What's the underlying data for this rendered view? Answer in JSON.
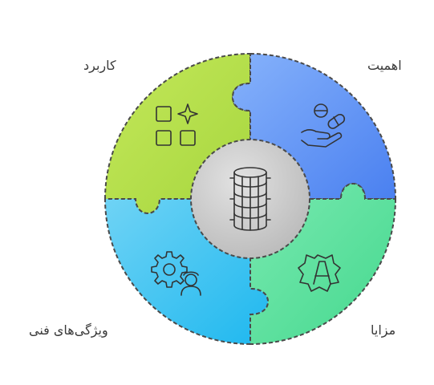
{
  "labels": {
    "top_left": "کاربرد",
    "top_right": "اهمیت",
    "bottom_left": "ویژگی‌های فنی",
    "bottom_right": "مزایا"
  },
  "colors": {
    "top_left": "#b0df4a",
    "top_right": "#5c8ff6",
    "bottom_left": "#3ec4f2",
    "bottom_right": "#58df9c",
    "center": "#c9c9c9",
    "stroke": "#4a4a4a"
  },
  "icons": {
    "top_left": "apps-sparkle-icon",
    "top_right": "pills-hand-icon",
    "bottom_left": "gear-person-icon",
    "bottom_right": "letter-a-badge-icon",
    "center": "database-icon"
  }
}
